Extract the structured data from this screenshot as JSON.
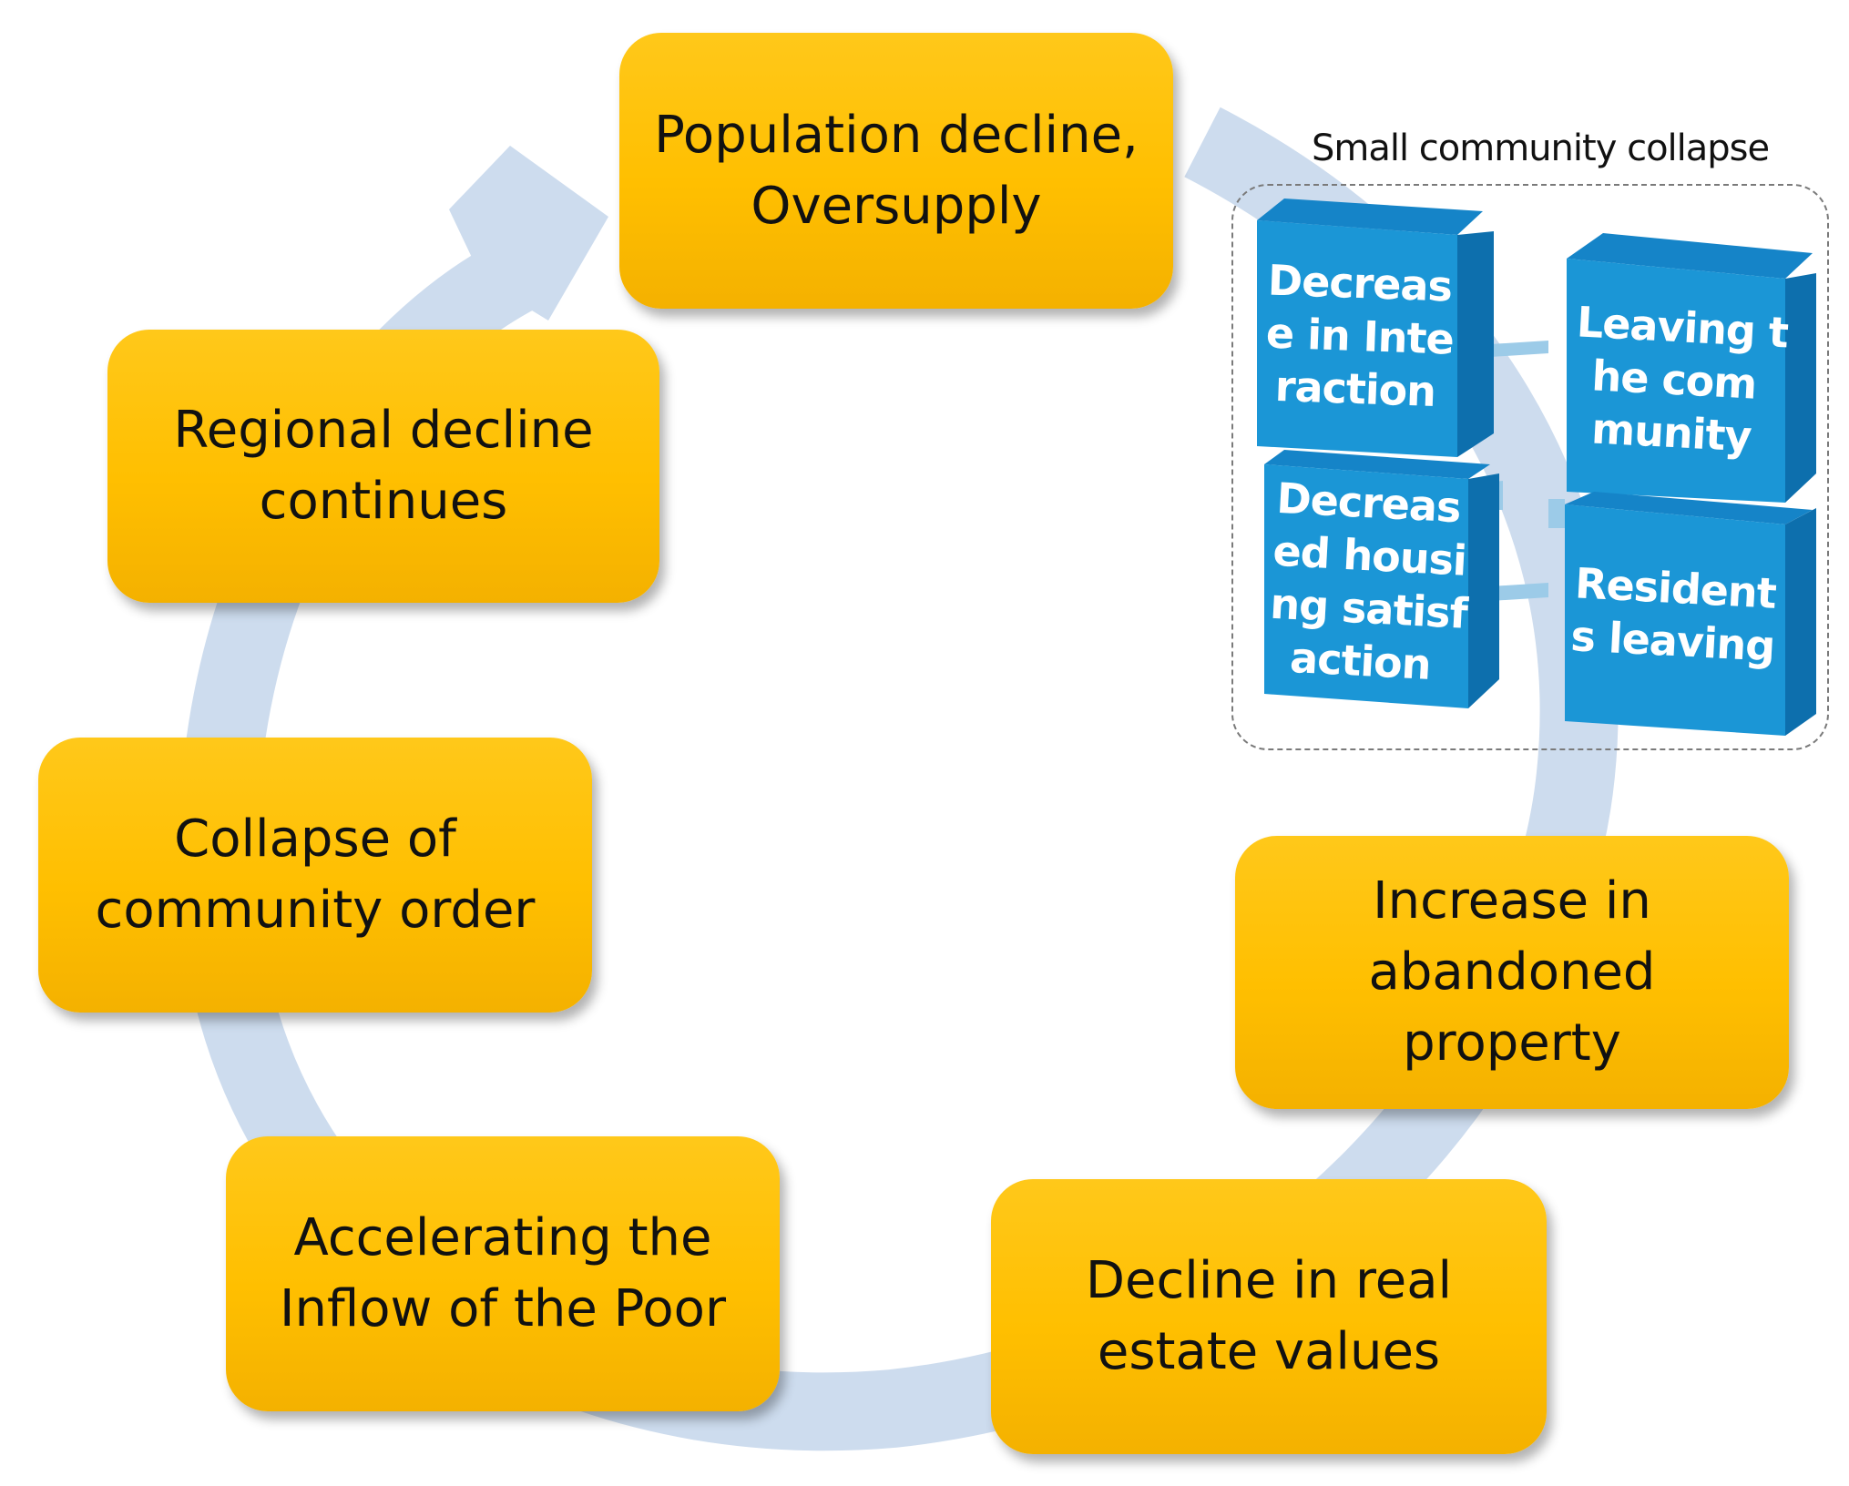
{
  "colors": {
    "node_fill": "#ffc000",
    "cycle_arrow": "#cddcee",
    "cube_face": "#1b96d6",
    "cube_side": "#0d6fad"
  },
  "cycle": {
    "nodes": [
      {
        "id": "population",
        "lines": [
          "Population decline,",
          "Oversupply"
        ]
      },
      {
        "id": "regional",
        "lines": [
          "Regional decline",
          "continues"
        ]
      },
      {
        "id": "collapse",
        "lines": [
          "Collapse of",
          "community order"
        ]
      },
      {
        "id": "accelerating",
        "lines": [
          "Accelerating the",
          "Inflow of the Poor"
        ]
      },
      {
        "id": "real-estate",
        "lines": [
          "Decline in real",
          "estate values"
        ]
      },
      {
        "id": "abandoned",
        "lines": [
          "Increase in",
          "abandoned property"
        ]
      }
    ]
  },
  "inset": {
    "title": "Small community collapse",
    "cubes": [
      {
        "id": "interaction",
        "lines": [
          "Decreas",
          "e in Inte",
          "raction"
        ]
      },
      {
        "id": "leaving-community",
        "lines": [
          "Leaving t",
          "he com",
          "munity"
        ]
      },
      {
        "id": "housing",
        "lines": [
          "Decreas",
          "ed housi",
          "ng satisf",
          "action"
        ]
      },
      {
        "id": "residents",
        "lines": [
          "Resident",
          "s leaving"
        ]
      }
    ]
  }
}
